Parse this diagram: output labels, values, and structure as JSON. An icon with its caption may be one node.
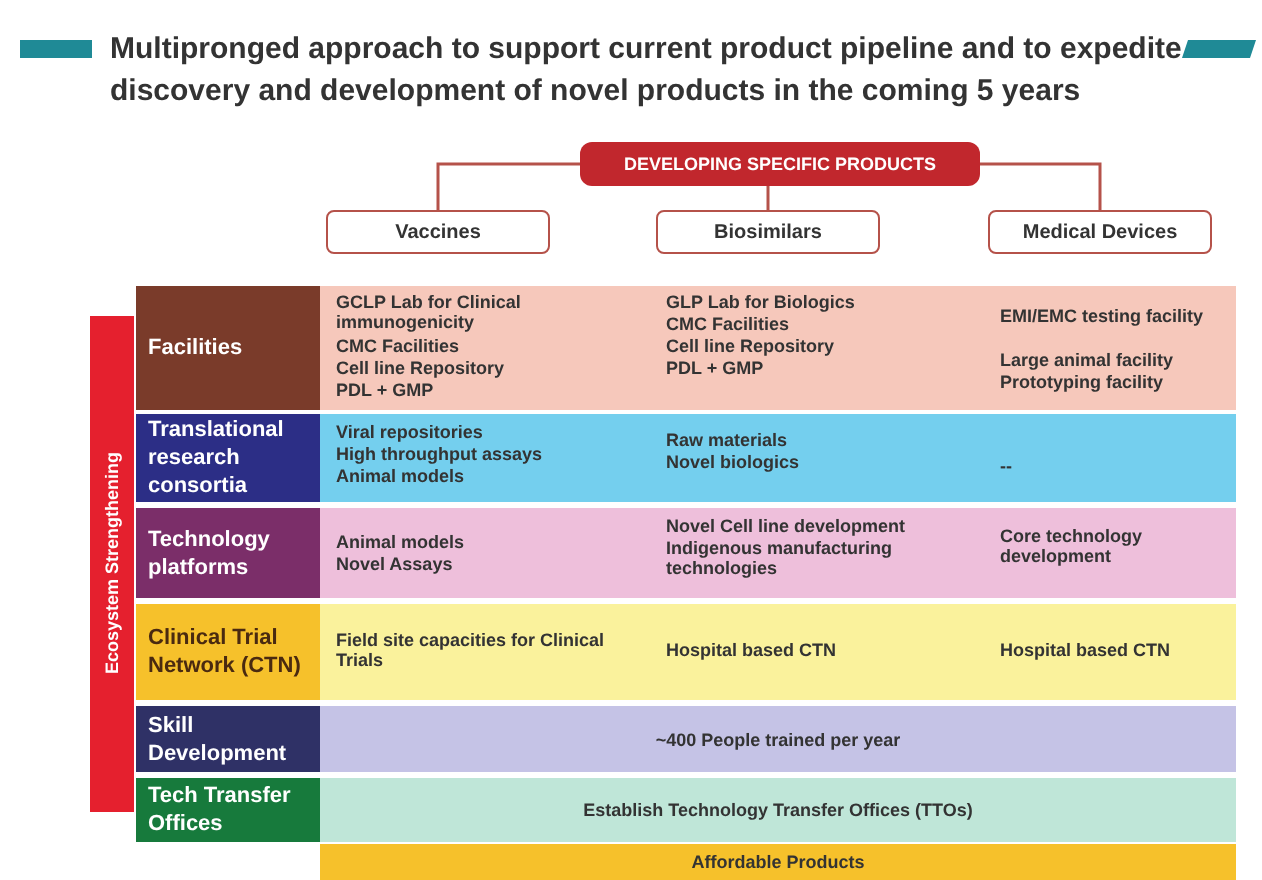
{
  "diagram": {
    "title": "Multipronged approach to support current product pipeline and to expedite discovery and development of novel products in the coming 5 years",
    "nodes": [
      {
        "text": [
          "DEVELOPING SPECIFIC PRODUCTS"
        ]
      },
      {
        "text": [
          "Vaccines"
        ]
      },
      {
        "text": [
          "Biosimilars"
        ]
      },
      {
        "text": [
          "Medical Devices"
        ]
      },
      {
        "text": [
          "Ecosystem Strengthening"
        ]
      },
      {
        "text": [
          "Facilities"
        ]
      },
      {
        "text": [
          "GCLP Lab for Clinical immunogenicity",
          "CMC Facilities",
          "Cell line Repository",
          "PDL + GMP",
          "GLP Lab for Biologics",
          "CMC Facilities",
          "Cell line Repository",
          "PDL + GMP",
          "EMI/EMC testing facility",
          "Large animal facility",
          "Prototyping facility"
        ]
      },
      {
        "text": [
          "Translational research consortia"
        ]
      },
      {
        "text": [
          "Viral repositories",
          "High throughput assays",
          "Animal models",
          "Raw materials",
          "Novel biologics",
          "--"
        ]
      },
      {
        "text": [
          "Technology platforms"
        ]
      },
      {
        "text": [
          "Animal models",
          "Novel Assays",
          "Novel Cell line development",
          "Indigenous manufacturing technologies",
          "Core technology development"
        ]
      },
      {
        "text": [
          "Clinical Trial Network (CTN)"
        ]
      },
      {
        "text": [
          "Field site capacities for Clinical Trials",
          "Hospital based CTN",
          "Hospital based CTN"
        ]
      },
      {
        "text": [
          "Skill Development"
        ]
      },
      {
        "text": [
          "~400 People trained per year"
        ]
      },
      {
        "text": [
          "Tech Transfer Offices"
        ]
      },
      {
        "text": [
          "Establish Technology Transfer Offices (TTOs)"
        ]
      },
      {
        "text": [
          "Affordable Products"
        ]
      }
    ],
    "edges": [
      {
        "from": 0,
        "to": 1,
        "arrow": "none"
      },
      {
        "from": 0,
        "to": 2,
        "arrow": "none"
      },
      {
        "from": 0,
        "to": 3,
        "arrow": "none"
      }
    ]
  }
}
